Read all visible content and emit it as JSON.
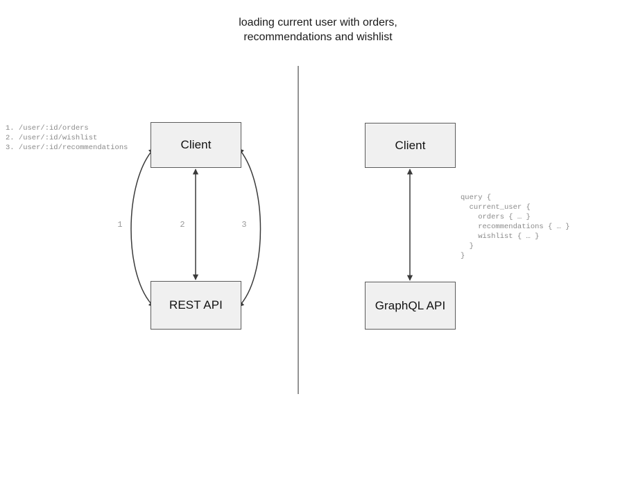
{
  "diagram": {
    "title": "loading current user with orders,\nrecommendations and wishlist",
    "divider": {
      "name": "vertical-divider",
      "color": "#7a7a7a"
    },
    "colors": {
      "box_fill": "#f0f0f0",
      "box_border": "#5b5b5b",
      "edge": "#3a3a3a",
      "code_text": "#8a8a8a",
      "title_text": "#1a1a1a",
      "label_text": "#9a9a9a"
    },
    "left_panel": {
      "name": "rest-panel",
      "client_label": "Client",
      "api_label": "REST API",
      "endpoints_code": "1. /user/:id/orders\n2. /user/:id/wishlist\n3. /user/:id/recommendations",
      "endpoints": [
        {
          "number": "1.",
          "path": "/user/:id/orders"
        },
        {
          "number": "2.",
          "path": "/user/:id/wishlist"
        },
        {
          "number": "3.",
          "path": "/user/:id/recommendations"
        }
      ],
      "edges": [
        {
          "label": "1",
          "shape": "curve-left",
          "arrowheads": "both"
        },
        {
          "label": "2",
          "shape": "straight",
          "arrowheads": "both"
        },
        {
          "label": "3",
          "shape": "curve-right",
          "arrowheads": "both"
        }
      ]
    },
    "right_panel": {
      "name": "graphql-panel",
      "client_label": "Client",
      "api_label": "GraphQL API",
      "query_code": "query {\n  current_user {\n    orders { … }\n    recommendations { … }\n    wishlist { … }\n  }\n}",
      "edges": [
        {
          "label": "",
          "shape": "straight",
          "arrowheads": "both"
        }
      ]
    }
  }
}
